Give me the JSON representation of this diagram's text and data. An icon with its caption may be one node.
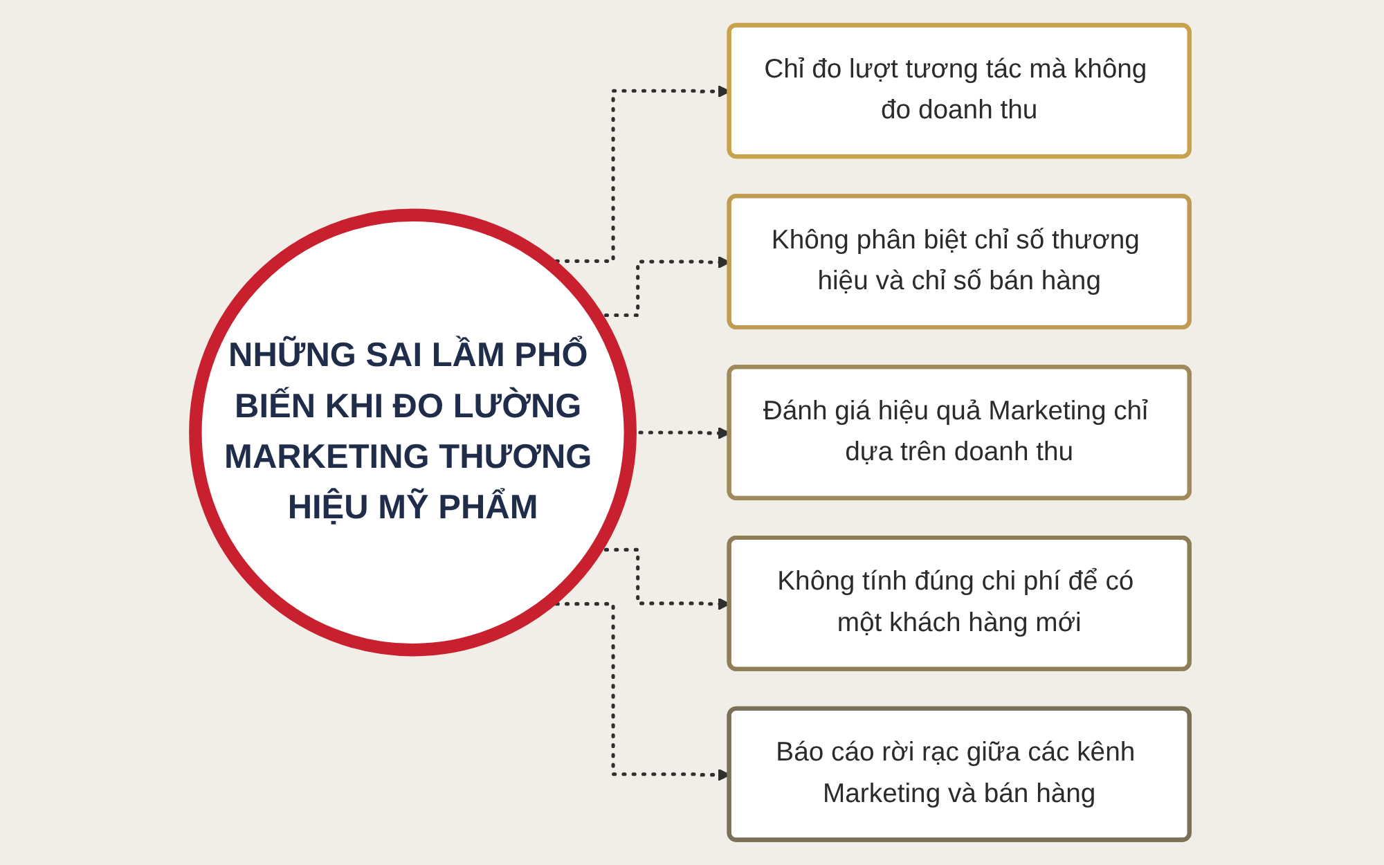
{
  "diagram": {
    "nodes": [
      {
        "text": [
          "NHỮNG SAI LẦM PHỔ BIẾN KHI ĐO LƯỜNG MARKETING THƯƠNG HIỆU MỸ PHẨM"
        ]
      },
      {
        "text": [
          "Chỉ đo lượt tương tác mà không đo doanh thu"
        ]
      },
      {
        "text": [
          "Không phân biệt chỉ số thương hiệu và chỉ số bán hàng"
        ]
      },
      {
        "text": [
          "Đánh giá hiệu quả Marketing chỉ dựa trên doanh thu"
        ]
      },
      {
        "text": [
          "Không tính đúng chi phí để có một khách hàng mới"
        ]
      },
      {
        "text": [
          "Báo cáo rời rạc giữa các kênh Marketing và bán hàng"
        ]
      }
    ],
    "edges": [
      {
        "from": 0,
        "to": 1,
        "arrow": "to",
        "style": "dashed"
      },
      {
        "from": 0,
        "to": 2,
        "arrow": "to",
        "style": "dashed"
      },
      {
        "from": 0,
        "to": 3,
        "arrow": "to",
        "style": "dashed"
      },
      {
        "from": 0,
        "to": 4,
        "arrow": "to",
        "style": "dashed"
      },
      {
        "from": 0,
        "to": 5,
        "arrow": "to",
        "style": "dashed"
      }
    ]
  }
}
